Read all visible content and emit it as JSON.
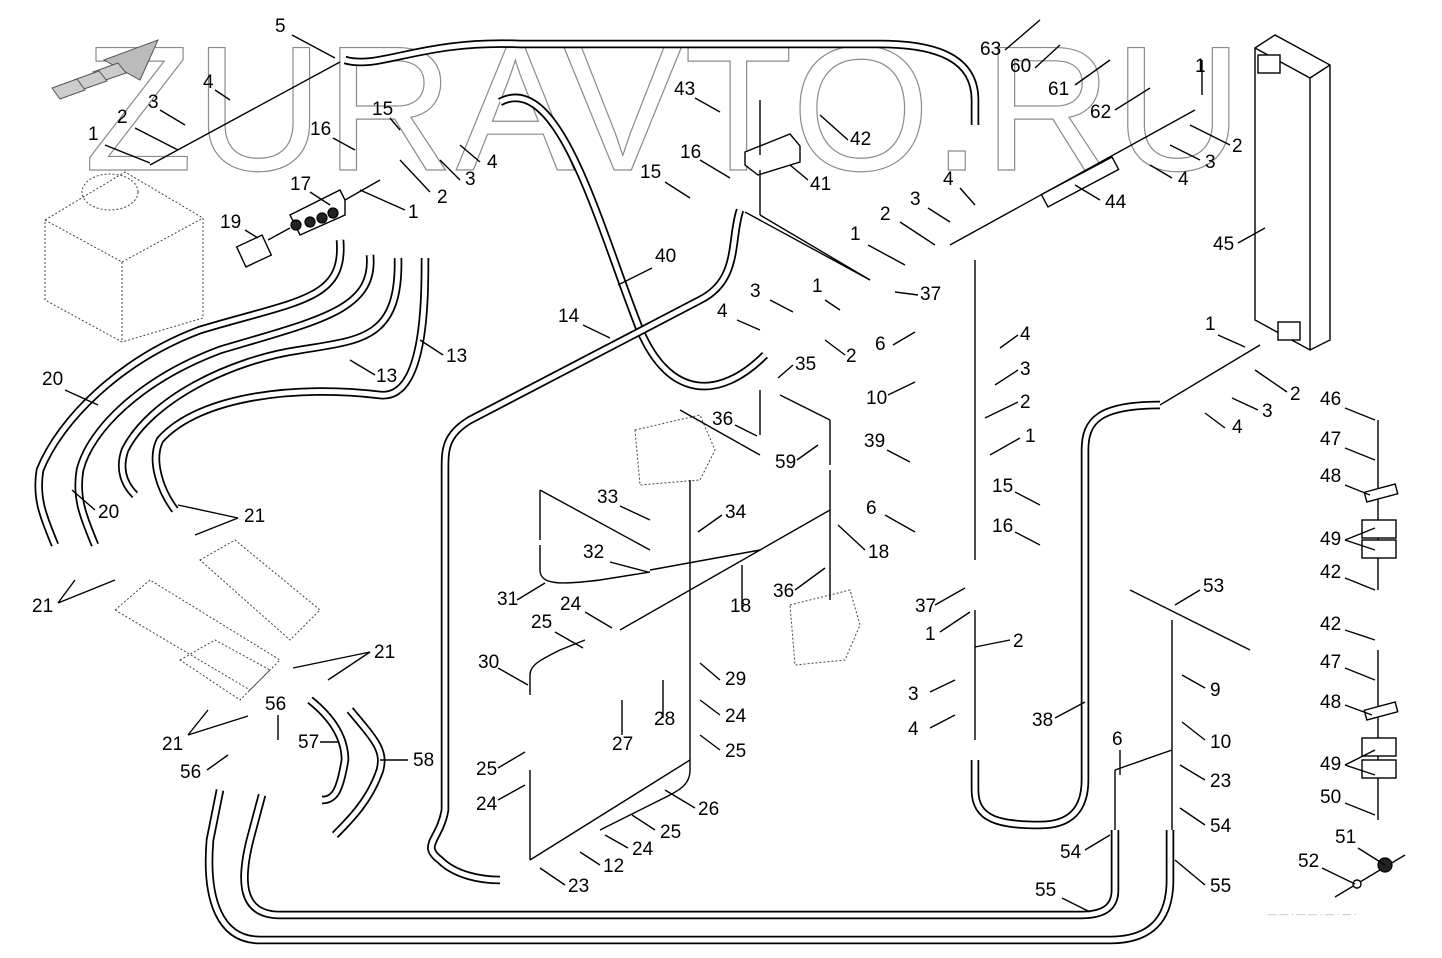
{
  "diagram": {
    "title": "Hydraulic hose assembly – exploded parts diagram",
    "watermark": "ZURAVTO.RU",
    "footer_code": "— — ·  — — ·  — · — ·",
    "callouts": [
      {
        "id": "c5a",
        "text": "5"
      },
      {
        "id": "c4a",
        "text": "4"
      },
      {
        "id": "c3a",
        "text": "3"
      },
      {
        "id": "c2a",
        "text": "2"
      },
      {
        "id": "c1a",
        "text": "1"
      },
      {
        "id": "c15a",
        "text": "15"
      },
      {
        "id": "c16a",
        "text": "16"
      },
      {
        "id": "c17",
        "text": "17"
      },
      {
        "id": "c1b",
        "text": "1"
      },
      {
        "id": "c2b",
        "text": "2"
      },
      {
        "id": "c3b",
        "text": "3"
      },
      {
        "id": "c4b",
        "text": "4"
      },
      {
        "id": "c19",
        "text": "19"
      },
      {
        "id": "c43",
        "text": "43"
      },
      {
        "id": "c42a",
        "text": "42"
      },
      {
        "id": "c16b",
        "text": "16"
      },
      {
        "id": "c15b",
        "text": "15"
      },
      {
        "id": "c41",
        "text": "41"
      },
      {
        "id": "c63",
        "text": "63"
      },
      {
        "id": "c60",
        "text": "60"
      },
      {
        "id": "c61",
        "text": "61"
      },
      {
        "id": "c62",
        "text": "62"
      },
      {
        "id": "c1c",
        "text": "1"
      },
      {
        "id": "c2c",
        "text": "2"
      },
      {
        "id": "c3c",
        "text": "3"
      },
      {
        "id": "c4c",
        "text": "4"
      },
      {
        "id": "c44",
        "text": "44"
      },
      {
        "id": "c45",
        "text": "45"
      },
      {
        "id": "c4d",
        "text": "4"
      },
      {
        "id": "c3d",
        "text": "3"
      },
      {
        "id": "c2d",
        "text": "2"
      },
      {
        "id": "c1d",
        "text": "1"
      },
      {
        "id": "c37a",
        "text": "37"
      },
      {
        "id": "c40",
        "text": "40"
      },
      {
        "id": "c14",
        "text": "14"
      },
      {
        "id": "c3e",
        "text": "3"
      },
      {
        "id": "c1e",
        "text": "1"
      },
      {
        "id": "c4e",
        "text": "4"
      },
      {
        "id": "c2e",
        "text": "2"
      },
      {
        "id": "c6a",
        "text": "6"
      },
      {
        "id": "c13a",
        "text": "13"
      },
      {
        "id": "c13b",
        "text": "13"
      },
      {
        "id": "c20a",
        "text": "20"
      },
      {
        "id": "c20b",
        "text": "20"
      },
      {
        "id": "c21a",
        "text": "21"
      },
      {
        "id": "c21b",
        "text": "21"
      },
      {
        "id": "c21c",
        "text": "21"
      },
      {
        "id": "c21d",
        "text": "21"
      },
      {
        "id": "c35",
        "text": "35"
      },
      {
        "id": "c10a",
        "text": "10"
      },
      {
        "id": "c36a",
        "text": "36"
      },
      {
        "id": "c59",
        "text": "59"
      },
      {
        "id": "c39",
        "text": "39"
      },
      {
        "id": "c4f",
        "text": "4"
      },
      {
        "id": "c3f",
        "text": "3"
      },
      {
        "id": "c2f",
        "text": "2"
      },
      {
        "id": "c1f",
        "text": "1"
      },
      {
        "id": "c1g",
        "text": "1"
      },
      {
        "id": "c2g",
        "text": "2"
      },
      {
        "id": "c3g",
        "text": "3"
      },
      {
        "id": "c4g",
        "text": "4"
      },
      {
        "id": "c46",
        "text": "46"
      },
      {
        "id": "c47a",
        "text": "47"
      },
      {
        "id": "c48a",
        "text": "48"
      },
      {
        "id": "c49a",
        "text": "49"
      },
      {
        "id": "c42b",
        "text": "42"
      },
      {
        "id": "c42c",
        "text": "42"
      },
      {
        "id": "c47b",
        "text": "47"
      },
      {
        "id": "c48b",
        "text": "48"
      },
      {
        "id": "c49b",
        "text": "49"
      },
      {
        "id": "c50",
        "text": "50"
      },
      {
        "id": "c51",
        "text": "51"
      },
      {
        "id": "c52",
        "text": "52"
      },
      {
        "id": "c33",
        "text": "33"
      },
      {
        "id": "c34",
        "text": "34"
      },
      {
        "id": "c32",
        "text": "32"
      },
      {
        "id": "c18a",
        "text": "18"
      },
      {
        "id": "c18b",
        "text": "18"
      },
      {
        "id": "c6b",
        "text": "6"
      },
      {
        "id": "c15c",
        "text": "15"
      },
      {
        "id": "c16c",
        "text": "16"
      },
      {
        "id": "c31",
        "text": "31"
      },
      {
        "id": "c24a",
        "text": "24"
      },
      {
        "id": "c25a",
        "text": "25"
      },
      {
        "id": "c36b",
        "text": "36"
      },
      {
        "id": "c37b",
        "text": "37"
      },
      {
        "id": "c1h",
        "text": "1"
      },
      {
        "id": "c2h",
        "text": "2"
      },
      {
        "id": "c3h",
        "text": "3"
      },
      {
        "id": "c4h",
        "text": "4"
      },
      {
        "id": "c53",
        "text": "53"
      },
      {
        "id": "c9",
        "text": "9"
      },
      {
        "id": "c10b",
        "text": "10"
      },
      {
        "id": "c23a",
        "text": "23"
      },
      {
        "id": "c6c",
        "text": "6"
      },
      {
        "id": "c54a",
        "text": "54"
      },
      {
        "id": "c54b",
        "text": "54"
      },
      {
        "id": "c55a",
        "text": "55"
      },
      {
        "id": "c55b",
        "text": "55"
      },
      {
        "id": "c38",
        "text": "38"
      },
      {
        "id": "c30",
        "text": "30"
      },
      {
        "id": "c29",
        "text": "29"
      },
      {
        "id": "c28",
        "text": "28"
      },
      {
        "id": "c27",
        "text": "27"
      },
      {
        "id": "c24b",
        "text": "24"
      },
      {
        "id": "c25b",
        "text": "25"
      },
      {
        "id": "c25c",
        "text": "25"
      },
      {
        "id": "c24c",
        "text": "24"
      },
      {
        "id": "c26",
        "text": "26"
      },
      {
        "id": "c25d",
        "text": "25"
      },
      {
        "id": "c24d",
        "text": "24"
      },
      {
        "id": "c12",
        "text": "12"
      },
      {
        "id": "c23b",
        "text": "23"
      },
      {
        "id": "c56a",
        "text": "56"
      },
      {
        "id": "c56b",
        "text": "56"
      },
      {
        "id": "c57",
        "text": "57"
      },
      {
        "id": "c58",
        "text": "58"
      }
    ]
  }
}
